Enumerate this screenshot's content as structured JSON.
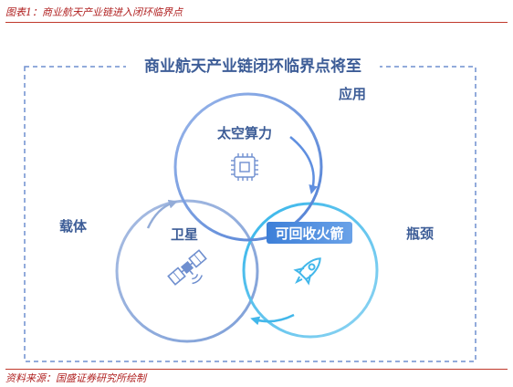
{
  "caption": "图表1：商业航天产业链进入闭环临界点",
  "diagram": {
    "title": "商业航天产业链闭环临界点将至",
    "outer_labels": {
      "application": "应用",
      "carrier": "载体",
      "bottleneck": "瓶颈"
    },
    "circles": {
      "compute": "太空算力",
      "satellite": "卫星",
      "rocket": "可回收火箭"
    },
    "colors": {
      "frame": "#6f8fcf",
      "title": "#3d5d97",
      "compute_ring": "#5f8fe0",
      "satellite_ring": "#93acd8",
      "rocket_ring": "#42b7ea",
      "icon": "#6f8fcf",
      "rocket_label_bg": "#4c8fe0"
    },
    "icons": [
      "chip-icon",
      "satellite-icon",
      "rocket-icon"
    ]
  },
  "source": "资料来源：国盛证券研究所绘制"
}
